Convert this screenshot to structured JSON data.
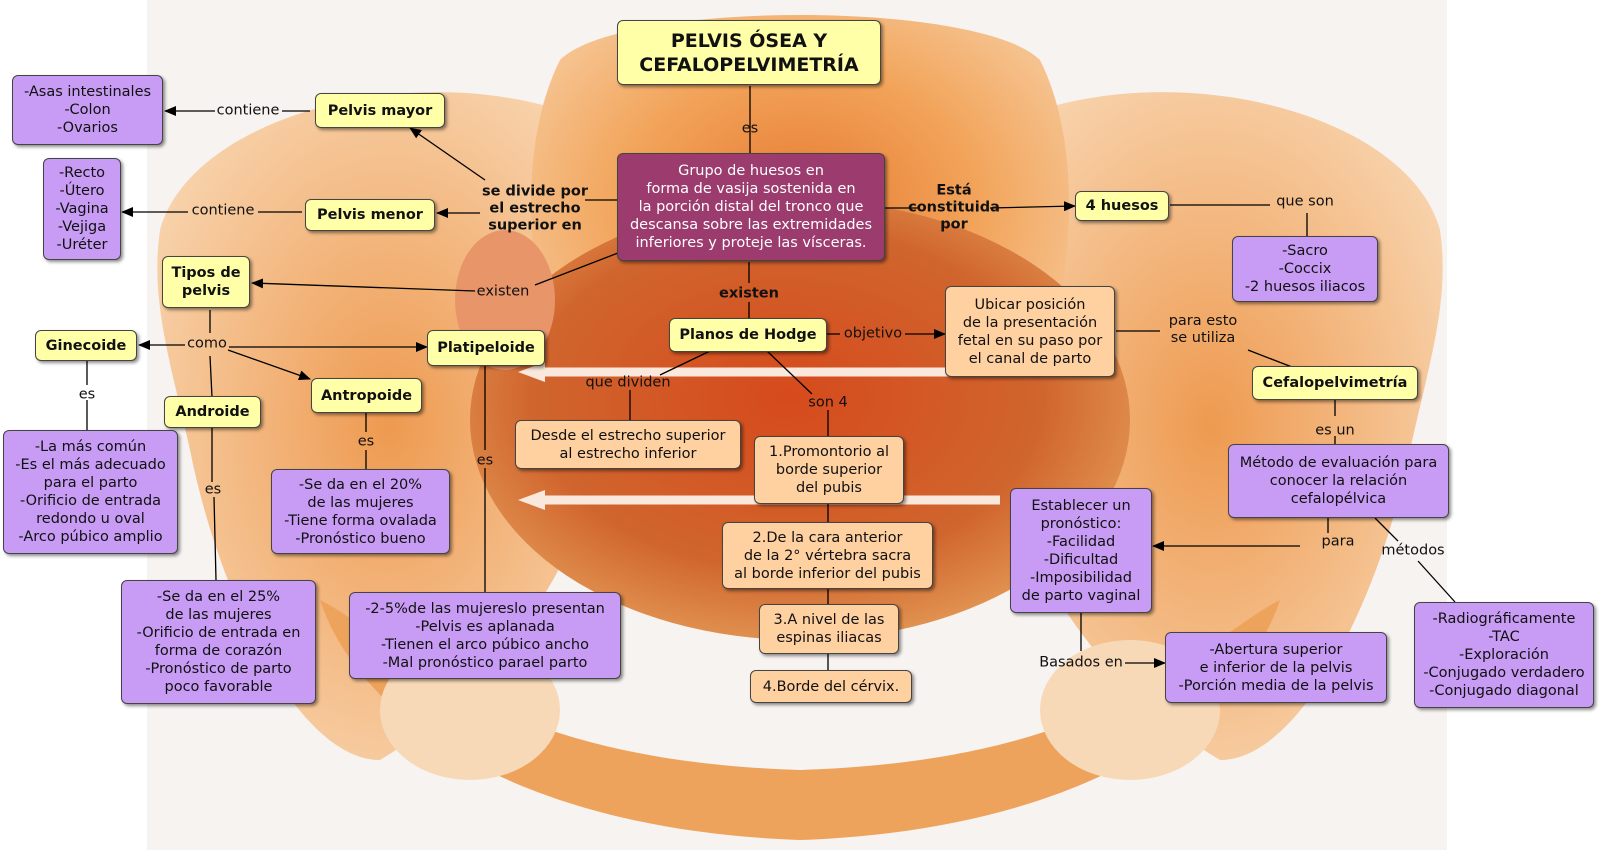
{
  "title": "PELVIS ÓSEA Y\nCEFALOPELVIMETRÍA",
  "nodes": {
    "grupo": "Grupo de huesos en\nforma de vasija sostenida en\nla porción distal del tronco que\ndescansa sobre las extremidades\ninferiores y proteje las vísceras.",
    "pelvis_mayor": "Pelvis mayor",
    "asas": "-Asas intestinales\n-Colon\n-Ovarios",
    "pelvis_menor": "Pelvis menor",
    "recto": "-Recto\n-Útero\n-Vagina\n-Vejiga\n-Uréter",
    "tipos": "Tipos de\npelvis",
    "ginecoide": "Ginecoide",
    "androide": "Androide",
    "antropoide": "Antropoide",
    "platipeloide": "Platipeloide",
    "gine_desc": "-La más común\n-Es el más adecuado\npara el parto\n-Orificio de entrada\nredondo u oval\n-Arco púbico amplio",
    "andro_desc": "-Se da en el 25%\nde las mujeres\n-Orificio de entrada en\nforma de corazón\n-Pronóstico de parto\npoco favorable",
    "antro_desc": "-Se da en el 20%\nde las mujeres\n-Tiene forma ovalada\n-Pronóstico bueno",
    "plati_desc": "-2-5%de las mujereslo presentan\n-Pelvis es aplanada\n-Tienen el arco púbico  ancho\n-Mal pronóstico parael parto",
    "cuatro_huesos": "4 huesos",
    "huesos_list": "-Sacro\n-Coccix\n-2 huesos iliacos",
    "hodge": "Planos de Hodge",
    "ubicar": "Ubicar posición\nde la presentación\nfetal en su paso por\nel canal de parto",
    "desde": "Desde el estrecho superior\nal estrecho inferior",
    "plano1": "1.Promontorio al\nborde superior\ndel pubis",
    "plano2": "2.De la cara anterior\nde la 2° vértebra sacra\nal borde inferior del pubis",
    "plano3": "3.A nivel de las\nespinas iliacas",
    "plano4": "4.Borde del cérvix.",
    "cefalo": "Cefalopelvimetría",
    "metodo": "Método de evaluación para\nconocer la relación\ncefalopélvica",
    "establecer": "Establecer un\npronóstico:\n-Facilidad\n-Dificultad\n-Imposibilidad\nde parto vaginal",
    "abertura": "-Abertura superior\ne inferior de la pelvis\n-Porción media de la pelvis",
    "radio": "-Radiográficamente\n-TAC\n-Exploración\n-Conjugado verdadero\n-Conjugado diagonal"
  },
  "labels": {
    "es_top": "es",
    "contiene1": "contiene",
    "contiene2": "contiene",
    "se_divide": "se divide por\nel estrecho\nsuperior en",
    "existen1": "existen",
    "existen2": "existen",
    "esta_constituida": "Está\nconstituida\npor",
    "que_son": "que son",
    "como": "como",
    "es_gine": "es",
    "es_andro": "es",
    "es_antro": "es",
    "es_plati": "es",
    "objetivo": "objetivo",
    "para_esto": "para esto\nse utiliza",
    "que_dividen": "que dividen",
    "son4": "son 4",
    "es_un": "es un",
    "para": "para",
    "metodos": "métodos",
    "basados": "Basados en"
  },
  "colors": {
    "concept_yellow": "#ffffa8",
    "concept_purple": "#c89cf4",
    "concept_orange": "#ffd0a0",
    "concept_dark": "#9b3b6e",
    "pelvis_bone": "#f0a050",
    "fetus_head": "#d05a28"
  }
}
